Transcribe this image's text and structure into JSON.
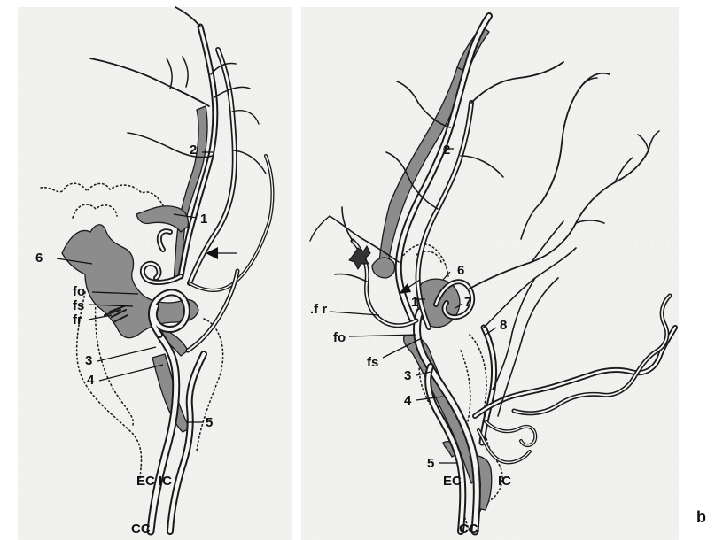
{
  "panels": [
    {
      "id": "a",
      "labels": {
        "n2": "2",
        "n1": "1",
        "n6": "6",
        "fo": "fo",
        "fs": "fs",
        "fr": "fr",
        "n3": "3",
        "n4": "4",
        "n5": "5",
        "ec_ic": "EC IC",
        "cc": "CC"
      }
    },
    {
      "id": "b",
      "panel_letter": "b",
      "labels": {
        "n2": "2",
        "n6": "6",
        "n1": "1",
        "n7": "7",
        "n8": "8",
        "fr": ".f r",
        "fo": "fo",
        "fs": "fs",
        "n3": "3",
        "n4": "4",
        "n5": "5",
        "ec": "EC",
        "ic": "IC",
        "cc": "CC"
      }
    }
  ]
}
